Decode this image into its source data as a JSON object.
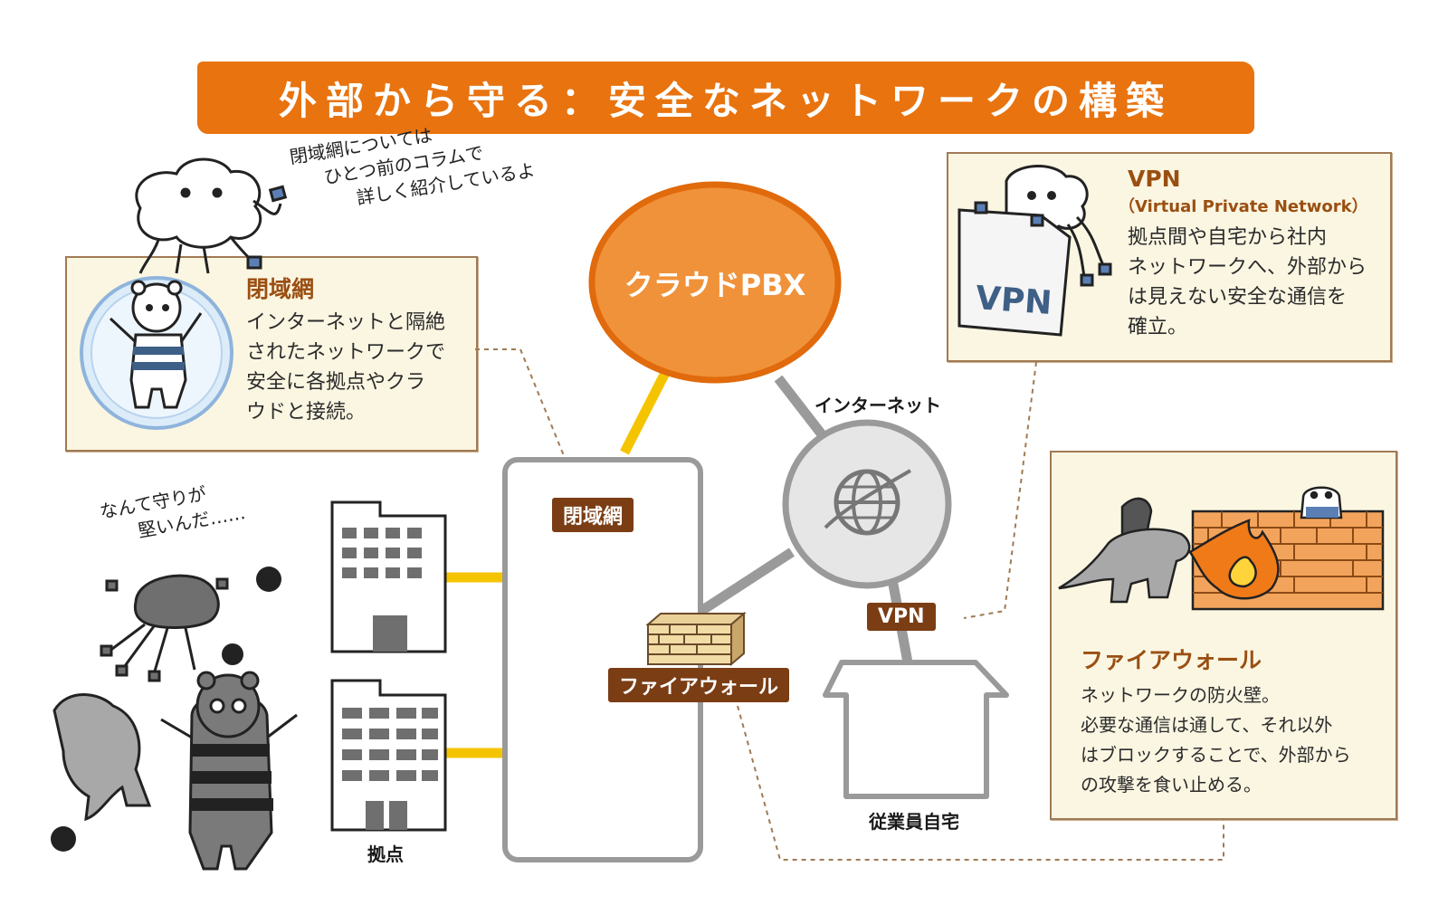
{
  "title": "外部から守る：安全なネットワークの構築",
  "speech_top": [
    "閉域網については",
    "ひとつ前のコラムで",
    "詳しく紹介しているよ"
  ],
  "speech_bottom": [
    "なんて守りが",
    "堅いんだ……"
  ],
  "closed_network_panel": {
    "heading": "閉域網",
    "lines": [
      "インターネットと隔絶",
      "されたネットワークで",
      "安全に各拠点やクラ",
      "ウドと接続。"
    ]
  },
  "vpn_panel": {
    "heading": "VPN",
    "subheading": "（Virtual Private Network）",
    "bag_label": "VPN",
    "lines": [
      "拠点間や自宅から社内",
      "ネットワークへ、外部から",
      "は見えない安全な通信を",
      "確立。"
    ]
  },
  "firewall_panel": {
    "heading": "ファイアウォール",
    "lines": [
      "ネットワークの防火壁。",
      "必要な通信は通して、それ以外",
      "はブロックすることで、外部から",
      "の攻撃を食い止める。"
    ]
  },
  "nodes": {
    "cloud_pbx": "クラウドPBX",
    "internet": "インターネット",
    "closed_network_tag": "閉域網",
    "firewall_tag": "ファイアウォール",
    "vpn_tag": "VPN",
    "home": "従業員自宅",
    "sites": "拠点"
  },
  "colors": {
    "orange": "#e8730f",
    "pbx_fill": "#f0923a",
    "tag_brown": "#7a3d14",
    "panel_bg": "#fbf6e2",
    "yellow_link": "#f5c400",
    "gray_link": "#9a9a9a"
  }
}
